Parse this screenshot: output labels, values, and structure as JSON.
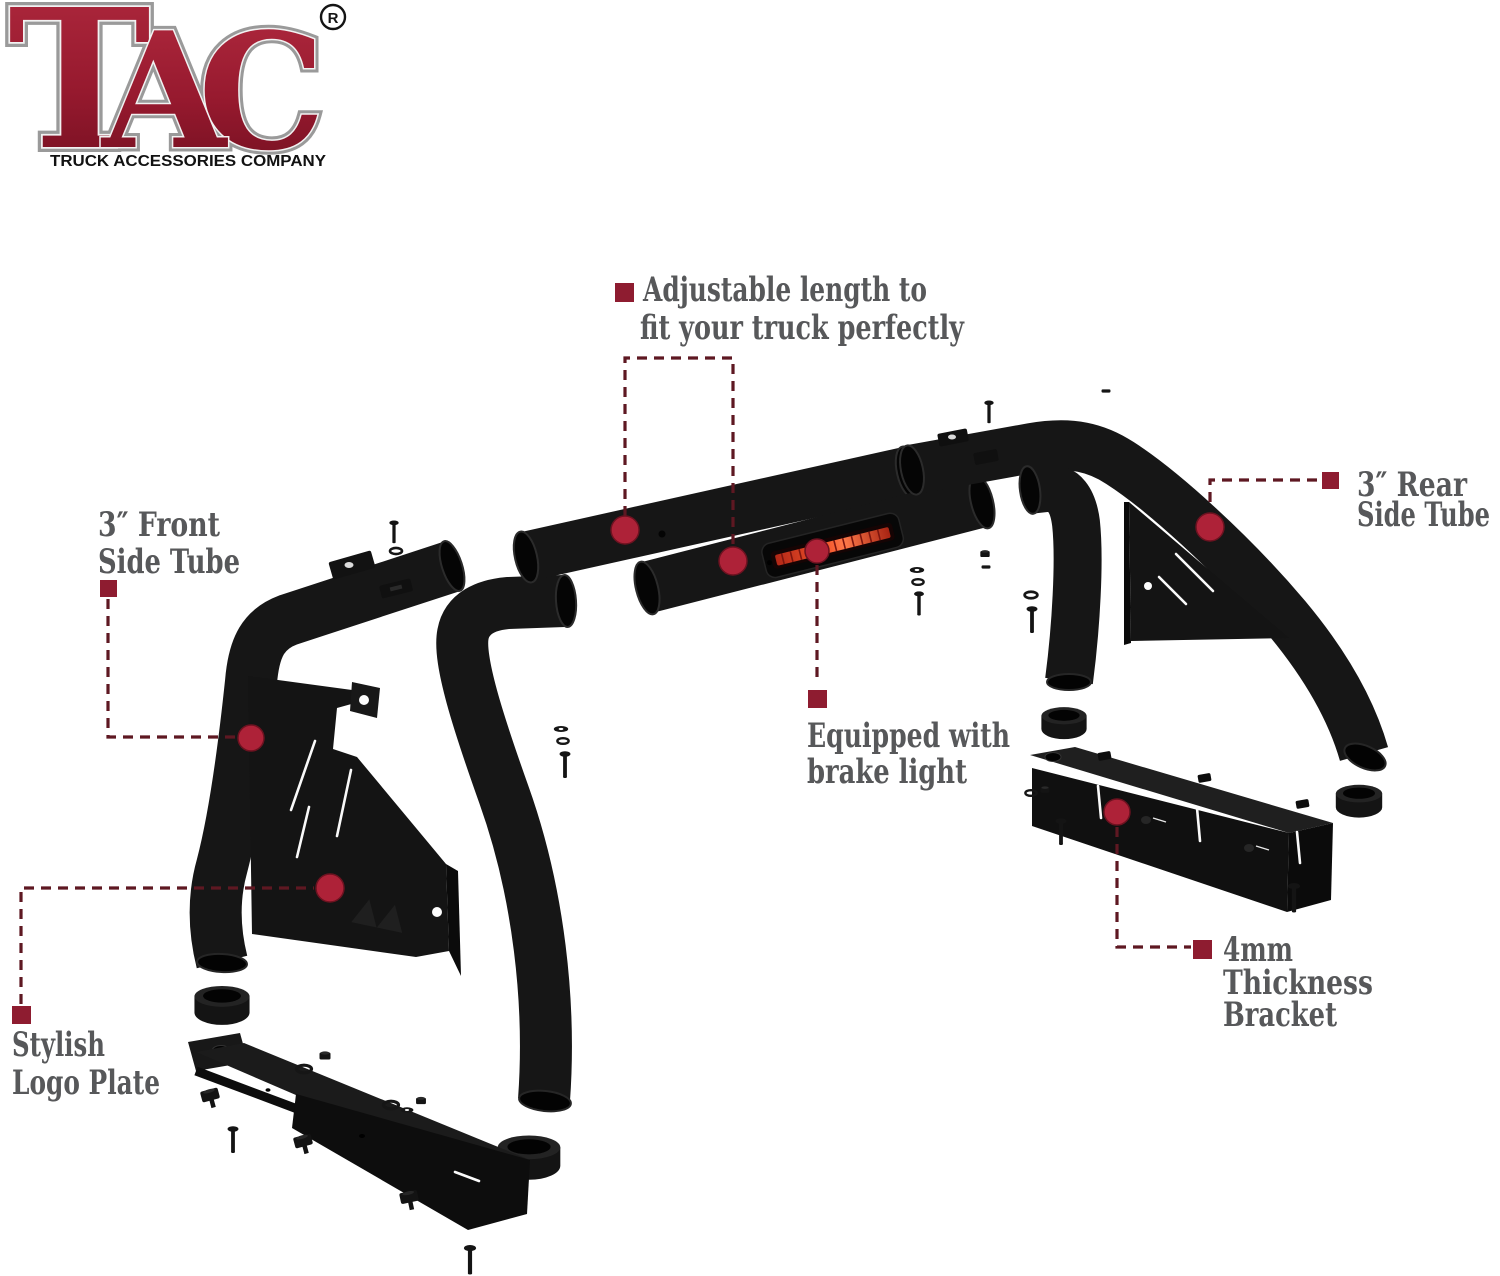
{
  "brand": {
    "letter1": "T",
    "letter2": "A",
    "letter3": "C",
    "registered": "R",
    "tagline": "TRUCK ACCESSORIES COMPANY"
  },
  "callouts": {
    "adjustable": {
      "line1": "Adjustable length to",
      "line2": "fit your truck perfectly"
    },
    "front_tube": {
      "line1": "3″ Front",
      "line2": "Side Tube"
    },
    "rear_tube": {
      "line1": "3″ Rear",
      "line2": "Side Tube"
    },
    "brake_light": {
      "line1": "Equipped with",
      "line2": "brake light"
    },
    "logo_plate": {
      "line1": "Stylish",
      "line2": "Logo Plate"
    },
    "bracket": {
      "line1": "4mm",
      "line2": "Thickness",
      "line3": "Bracket"
    }
  },
  "colors": {
    "label_gray": "#57585A",
    "marker_square": "#8E1C30",
    "marker_dot": "#AE2238",
    "dash_maroon": "#5E1822",
    "logo_red": "#A01E32",
    "product_black": "#161616",
    "brake_light_red": "#F4562C",
    "background": "#FFFFFF"
  }
}
